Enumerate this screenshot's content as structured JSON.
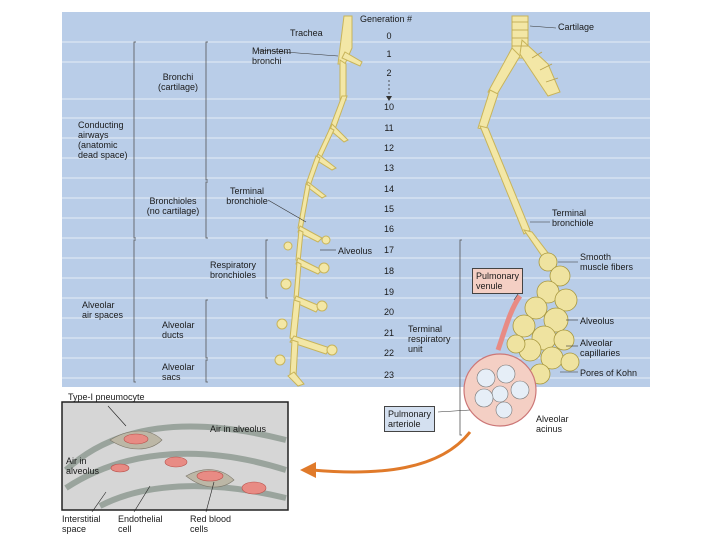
{
  "header": {
    "trachea": "Trachea",
    "generation": "Generation #"
  },
  "generations": [
    "0",
    "1",
    "2",
    "10",
    "11",
    "12",
    "13",
    "14",
    "15",
    "16",
    "17",
    "18",
    "19",
    "20",
    "21",
    "22",
    "23"
  ],
  "left_labels": {
    "bronchi": "Bronchi\n(cartilage)",
    "conducting": "Conducting\nairways\n(anatomic\ndead space)",
    "bronchioles": "Bronchioles\n(no cartilage)",
    "alveolar_air_spaces": "Alveolar\nair spaces",
    "alveolar_ducts": "Alveolar\nducts",
    "alveolar_sacs": "Alveolar\nsacs"
  },
  "middle_labels": {
    "mainstem": "Mainstem\nbronchi",
    "terminal_bronchiole": "Terminal\nbronchiole",
    "respiratory_bronchioles": "Respiratory\nbronchioles",
    "alveolus": "Alveolus"
  },
  "right_labels": {
    "cartilage": "Cartilage",
    "terminal_bronchiole": "Terminal\nbronchiole",
    "smooth_muscle": "Smooth\nmuscle fibers",
    "pulmonary_venule": "Pulmonary\nvenule",
    "alveolus": "Alveolus",
    "terminal_respiratory_unit": "Terminal\nrespiratory\nunit",
    "alveolar_capillaries": "Alveolar\ncapillaries",
    "pores_of_kohn": "Pores of Kohn",
    "pulmonary_arteriole": "Pulmonary\narteriole",
    "alveolar_acinus": "Alveolar\nacinus"
  },
  "inset": {
    "type1": "Type-I pneumocyte",
    "air_in_alveolus_right": "Air in alveolus",
    "air_in_alveolus_left": "Air in\nalveolus",
    "interstitial": "Interstitial\nspace",
    "endothelial": "Endothelial\ncell",
    "red_blood": "Red blood\ncells"
  },
  "colors": {
    "panel": "#b9cde8",
    "airway": "#f3e7a6",
    "airway_edge": "#c8b45a",
    "venule_box": "#f4cfc4",
    "rbc": "#e88b84",
    "membrane": "#9aa49d"
  }
}
